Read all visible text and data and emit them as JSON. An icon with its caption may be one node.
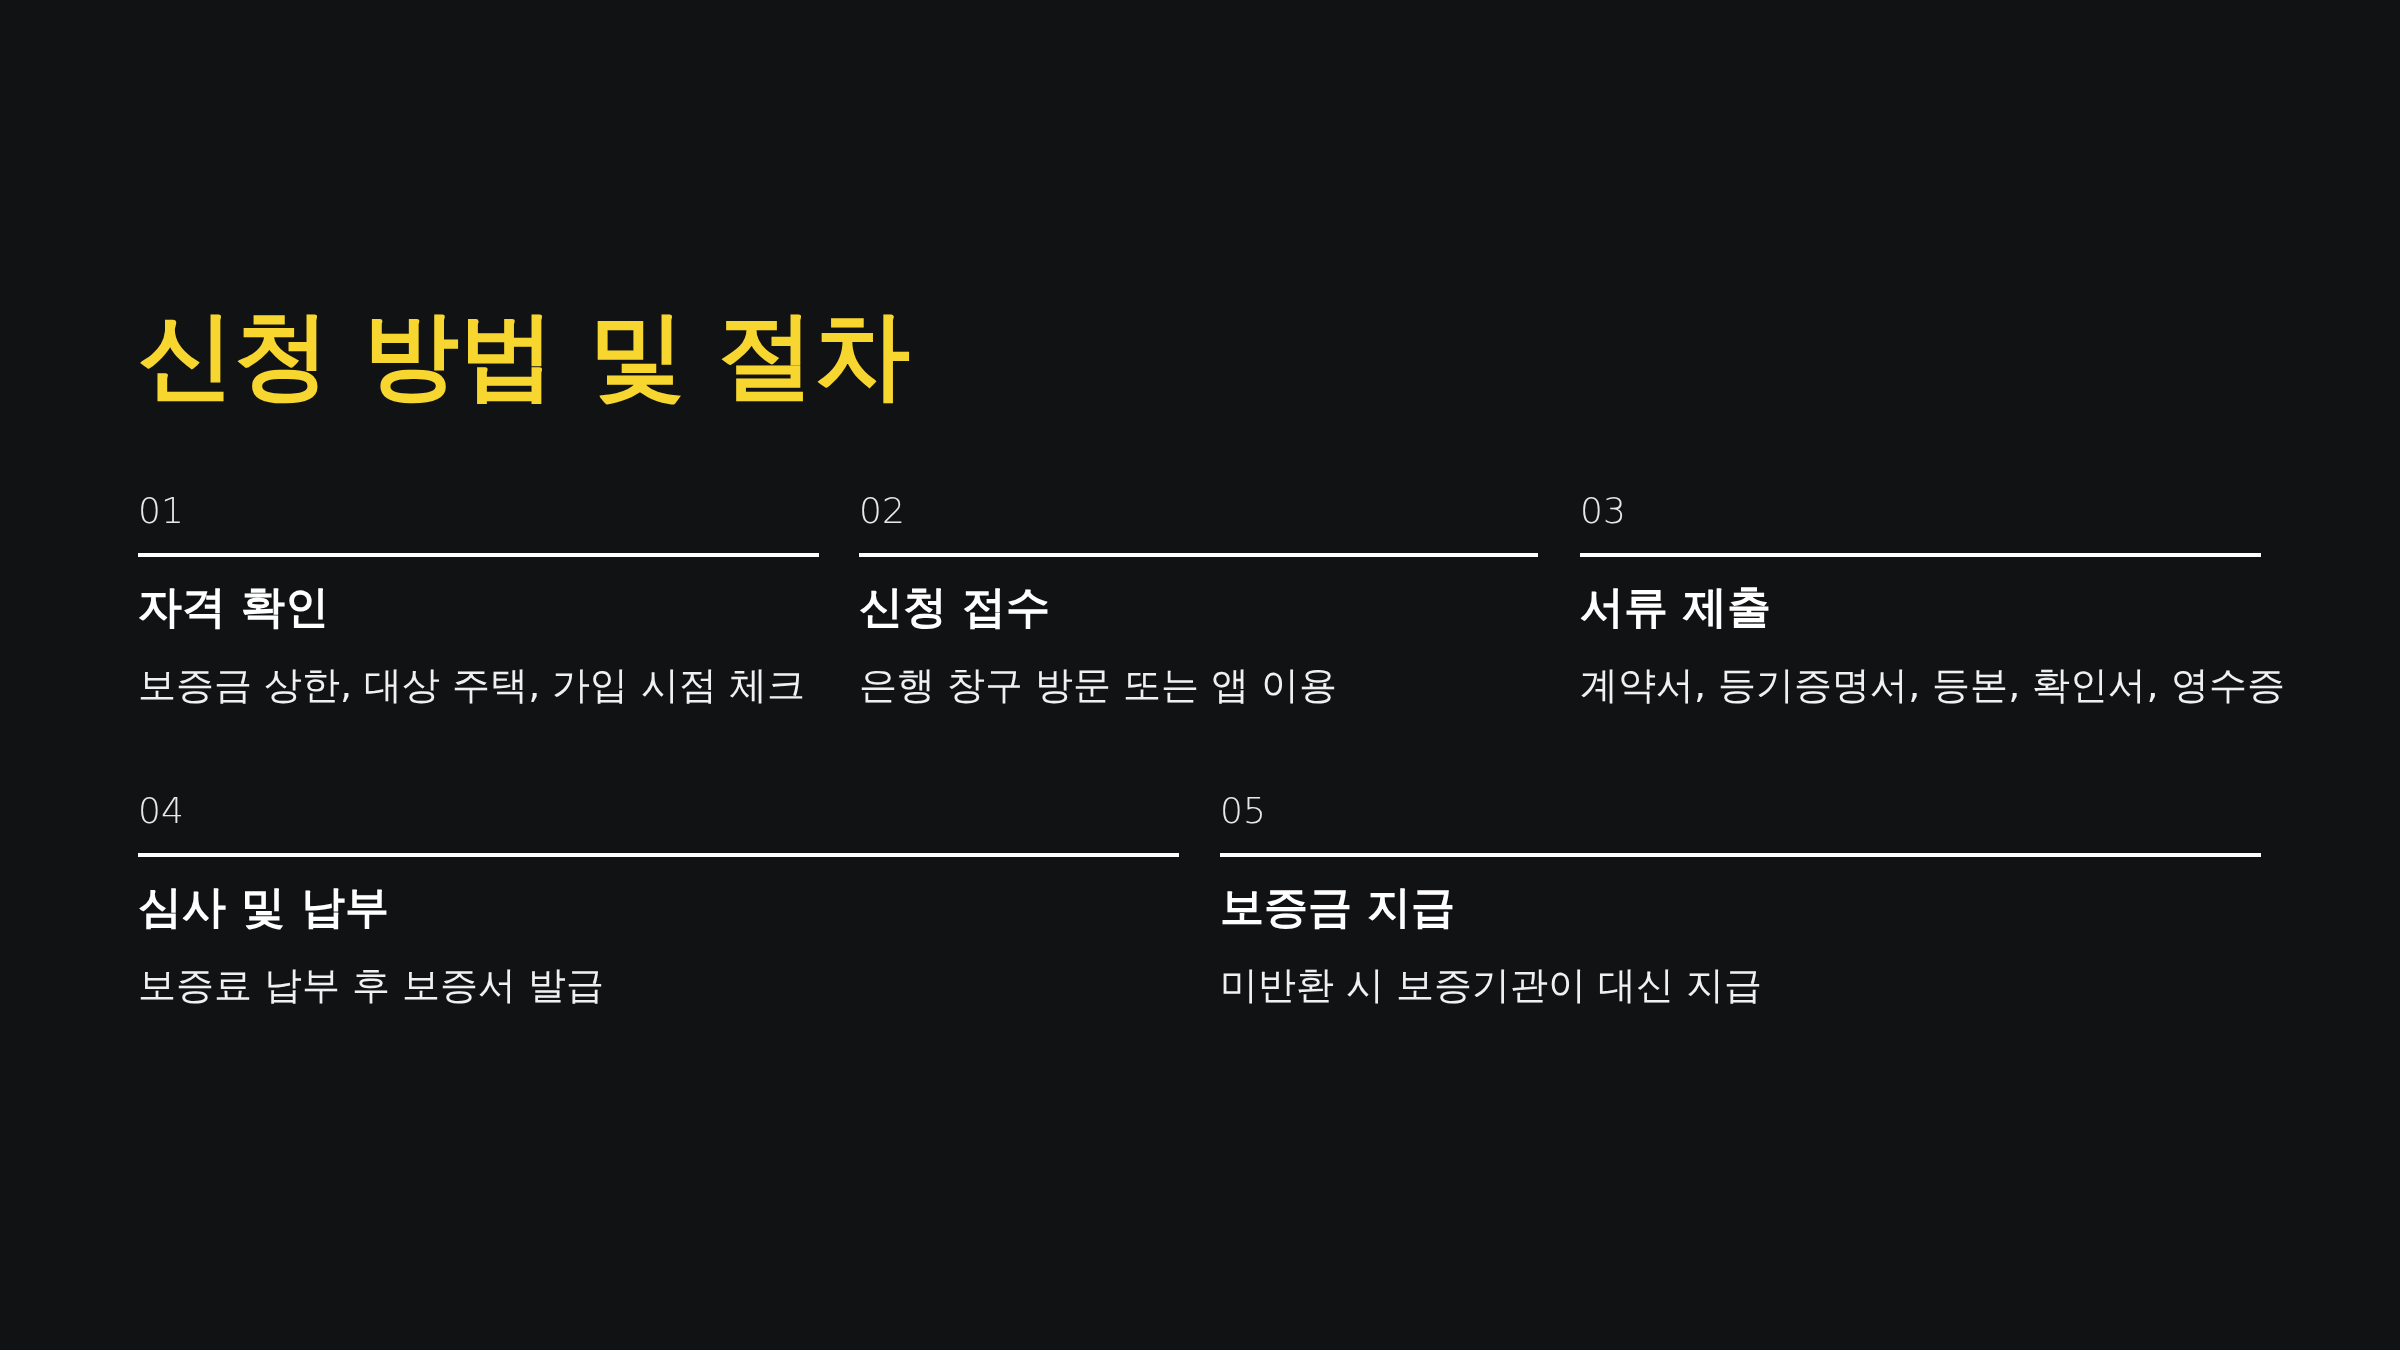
{
  "diagram": {
    "title": "신청 방법 및 절차",
    "labels": [
      "01",
      "자격 확인",
      "보증금 상한, 대상 주택, 가입 시점 체크",
      "02",
      "신청 접수",
      "은행 창구 방문 또는 앱 이용",
      "03",
      "서류 제출",
      "계약서, 등기증명서, 등본, 확인서, 영수증",
      "04",
      "심사 및 납부",
      "보증료 납부 후 보증서 발급",
      "05",
      "보증금 지급",
      "미반환 시 보증기관이 대신 지급"
    ]
  }
}
